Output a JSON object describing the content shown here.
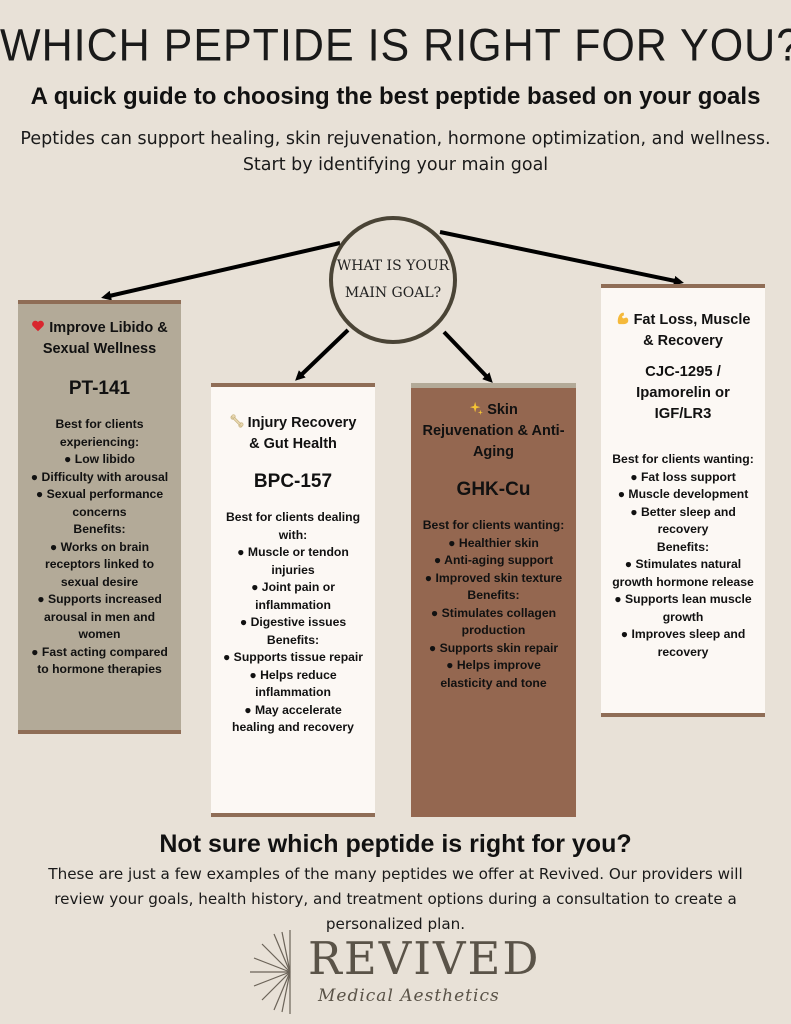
{
  "title": "WHICH PEPTIDE IS RIGHT FOR YOU?",
  "subtitle": "A quick guide to choosing the best peptide based on your goals",
  "intro": {
    "line1": "Peptides can support healing, skin rejuvenation, hormone optimization, and wellness.",
    "line2": "Start by identifying your main goal"
  },
  "goal_circle": {
    "line1": "WHAT IS YOUR",
    "line2": "MAIN GOAL?"
  },
  "cards": [
    {
      "icon": "heart-icon",
      "heading_line1": "Improve Libido &",
      "heading_line2": "Sexual Wellness",
      "code": "PT-141",
      "lines": [
        "Best for clients",
        "experiencing:",
        "● Low libido",
        "● Difficulty with arousal",
        "● Sexual performance",
        "concerns",
        "Benefits:",
        "● Works on brain",
        "receptors linked to",
        "sexual desire",
        "● Supports increased",
        "arousal in men and",
        "women",
        "● Fast acting compared",
        "to hormone therapies"
      ]
    },
    {
      "icon": "bone-icon",
      "heading_line1": "Injury Recovery",
      "heading_line2": "& Gut Health",
      "code": "BPC-157",
      "lines": [
        "Best for clients dealing",
        "with:",
        "● Muscle or tendon",
        "injuries",
        "● Joint pain or",
        "inflammation",
        "● Digestive issues",
        "Benefits:",
        "● Supports tissue repair",
        "● Helps reduce",
        "inflammation",
        "● May accelerate",
        "healing and recovery"
      ]
    },
    {
      "icon": "sparkles-icon",
      "heading_line1": "Skin",
      "heading_line2": "Rejuvenation & Anti-",
      "heading_line3": "Aging",
      "code": "GHK-Cu",
      "lines": [
        "Best for clients wanting:",
        "● Healthier skin",
        "● Anti-aging support",
        "● Improved skin texture",
        "Benefits:",
        "● Stimulates collagen",
        "production",
        "● Supports skin repair",
        "● Helps improve",
        "elasticity and tone"
      ]
    },
    {
      "icon": "flexed-bicep-icon",
      "heading_line1": "Fat Loss, Muscle",
      "heading_line2": "& Recovery",
      "code_line1": "CJC-1295 /",
      "code_line2": "Ipamorelin or IGF/LR3",
      "lines": [
        "Best for clients wanting:",
        "● Fat loss support",
        "● Muscle development",
        "● Better sleep and",
        "recovery",
        "Benefits:",
        "● Stimulates natural",
        "growth hormone release",
        "● Supports lean muscle",
        "growth",
        "● Improves sleep and",
        "recovery"
      ]
    }
  ],
  "cta": {
    "title": "Not sure which peptide is right for you?",
    "line1": "These are just a few examples of the many peptides we offer at Revived. Our providers will",
    "line2": "review your goals, health history, and treatment options during a consultation to create a",
    "line3": "personalized plan."
  },
  "logo": {
    "name": "REVIVED",
    "tagline": "Medical Aesthetics"
  },
  "colors": {
    "background": "#e8e1d7",
    "taupe": "#b3aa98",
    "brown": "#946750",
    "cream": "#fcf8f4",
    "accent": "#8f6d56"
  }
}
